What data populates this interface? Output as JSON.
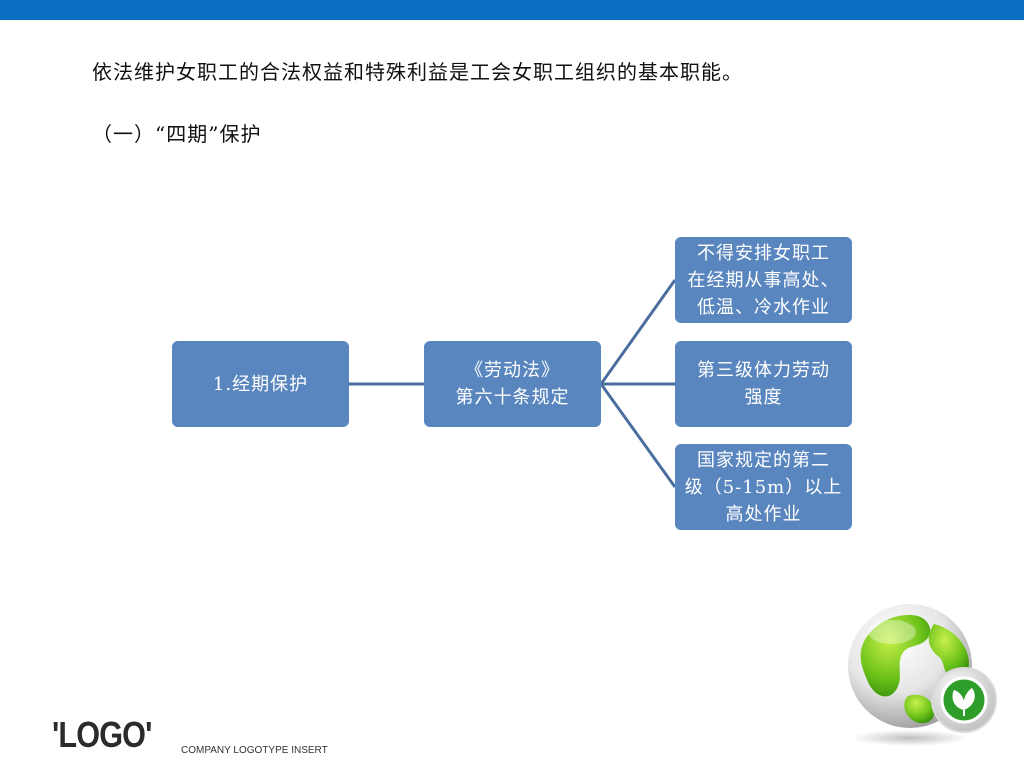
{
  "intro_text": "依法维护女职工的合法权益和特殊利益是工会女职工组织的基本职能。",
  "section_title": "（一）“四期”保护",
  "diagram": {
    "root": {
      "lines": [
        "1.经期保护"
      ]
    },
    "middle": {
      "lines": [
        "《劳动法》",
        "第六十条规定"
      ]
    },
    "children": [
      {
        "lines": [
          "不得安排女职工",
          "在经期从事高处、",
          "低温、冷水作业"
        ]
      },
      {
        "lines": [
          "第三级体力劳动",
          "强度"
        ]
      },
      {
        "lines": [
          "国家规定的第二",
          "级（5-15m）以上",
          "高处作业"
        ]
      }
    ],
    "colors": {
      "box": "#5a86bf",
      "box_text": "#ffffff",
      "connector": "#4a6f9f"
    }
  },
  "theme": {
    "top_bar": "#0a6fc2"
  },
  "logo": {
    "mark": "'LOGO'",
    "tagline": "COMPANY LOGOTYPE INSERT"
  },
  "icons": [
    "globe-icon",
    "leaf-icon"
  ]
}
